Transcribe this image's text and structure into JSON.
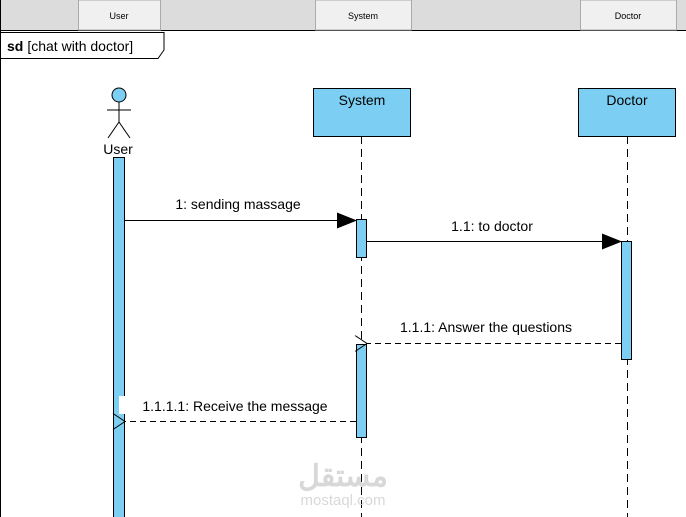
{
  "header": {
    "tabs": [
      {
        "label": "User"
      },
      {
        "label": "System"
      },
      {
        "label": "Doctor"
      }
    ]
  },
  "frame": {
    "keyword": "sd",
    "name": "[chat with doctor]"
  },
  "lifelines": [
    {
      "label": "User",
      "kind": "actor"
    },
    {
      "label": "System",
      "kind": "object"
    },
    {
      "label": "Doctor",
      "kind": "object"
    }
  ],
  "messages": [
    {
      "label": "1: sending massage",
      "style": "sync"
    },
    {
      "label": "1.1: to doctor",
      "style": "sync"
    },
    {
      "label": "1.1.1: Answer the questions",
      "style": "return"
    },
    {
      "label": "1.1.1.1: Receive the message",
      "style": "return"
    }
  ],
  "watermark": {
    "arabic": "مستقل",
    "latin": "mostaql.com"
  },
  "colors": {
    "fill": "#7ccff2",
    "header": "#dcdcdc",
    "tab": "#f0f0f0"
  }
}
